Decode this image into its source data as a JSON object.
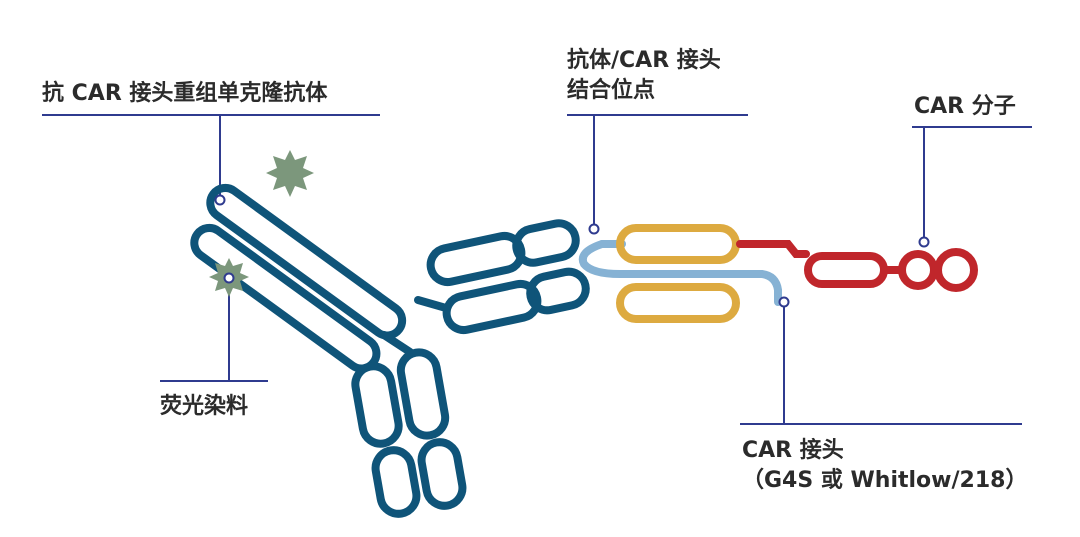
{
  "labels": {
    "anti_car_antibody": "抗 CAR 接头重组单克隆抗体",
    "binding_site": "抗体/CAR 接头\n结合位点",
    "car_molecule": "CAR 分子",
    "fluorescent_dye": "荧光染料",
    "car_linker": "CAR 接头\n（G4S 或 Whitlow/218）"
  },
  "colors": {
    "antibody": "#0f5479",
    "dye": "#7c977c",
    "linker_light": "#86b2d4",
    "scfv_gold": "#ddaa40",
    "car_red": "#c0262b",
    "callout_line": "#2f3b8f",
    "text": "#2b2b2b"
  }
}
